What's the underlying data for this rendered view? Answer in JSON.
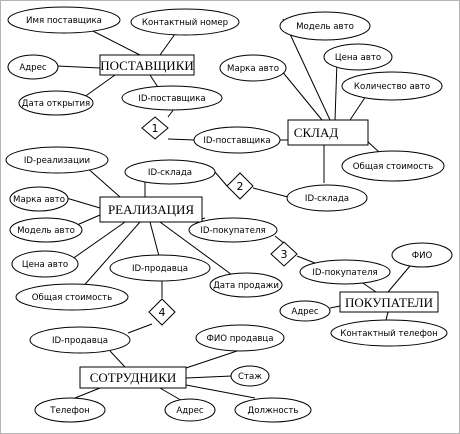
{
  "colors": {
    "background": "#ffffff",
    "stroke": "#000000",
    "frame": "#b5b5b5"
  },
  "entities": {
    "suppliers": "ПОСТАВЩИКИ",
    "warehouse": "СКЛАД",
    "sales": "РЕАЛИЗАЦИЯ",
    "buyers": "ПОКУПАТЕЛИ",
    "employees": "СОТРУДНИКИ"
  },
  "relationships": {
    "r1": "1",
    "r2": "2",
    "r3": "3",
    "r4": "4"
  },
  "attributes": {
    "supplier_name": "Имя поставщика",
    "contact_number": "Контактный номер",
    "supplier_address": "Адрес",
    "open_date": "Дата открытия",
    "supplier_id": "ID-поставщика",
    "model_top": "Модель авто",
    "brand_top": "Марка авто",
    "price": "Цена авто",
    "quantity": "Количество авто",
    "warehouse_supplier_id": "ID-поставщика",
    "total_cost_warehouse": "Общая стоимость",
    "sale_id": "ID-реализации",
    "sale_warehouse_id": "ID-склада",
    "sale_brand": "Марка авто",
    "warehouse_id": "ID-склада",
    "sale_model": "Модель авто",
    "sale_buyer_id": "ID-покупателя",
    "sale_price": "Цена авто",
    "sale_employee_id": "ID-продавца",
    "buyer_fio": "ФИО",
    "buyer_id": "ID-покупателя",
    "sale_date": "Дата продажи",
    "sale_total": "Общая стоимость",
    "buyer_address": "Адрес",
    "buyer_phone": "Контактный телефон",
    "employee_id": "ID-продавца",
    "seller_fio": "ФИО продавца",
    "experience": "Стаж",
    "employee_phone": "Телефон",
    "employee_address": "Адрес",
    "position": "Должность"
  }
}
